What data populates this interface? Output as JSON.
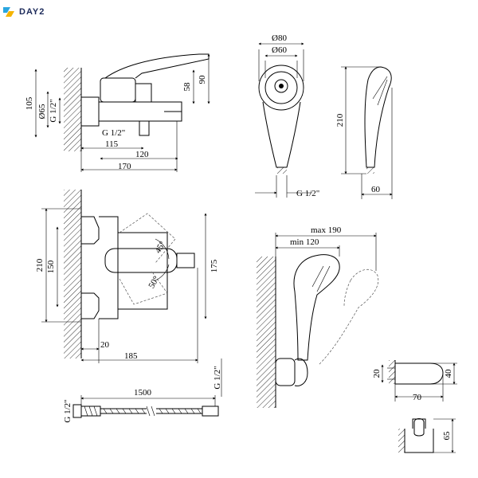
{
  "brand": {
    "name": "DAY2",
    "logo_icon": "day2-logo-icon",
    "accent": "#2aa6e0"
  },
  "labels": {
    "mixer_side": {
      "d105": "105",
      "d65": "Ø65",
      "g12": "G 1/2\"",
      "d58": "58",
      "d90": "90",
      "g12_bottom": "G 1/2\"",
      "d115": "115",
      "d120": "120",
      "d170": "170"
    },
    "shower_front": {
      "d80": "Ø80",
      "d60": "Ø60",
      "g12": "G 1/2\""
    },
    "shower_side": {
      "d210": "210",
      "d60": "60"
    },
    "mixer_front": {
      "d210": "210",
      "d150": "150",
      "d175": "175",
      "a45": "45°",
      "a50": "50°",
      "d20": "20",
      "d185": "185"
    },
    "holder_install": {
      "max190": "max 190",
      "min120": "min 120"
    },
    "hose": {
      "g12_left": "G 1/2\"",
      "d1500": "1500",
      "g12_right": "G 1/2\""
    },
    "holder": {
      "d20": "20",
      "d40": "40",
      "d70": "70",
      "d65": "65"
    }
  }
}
